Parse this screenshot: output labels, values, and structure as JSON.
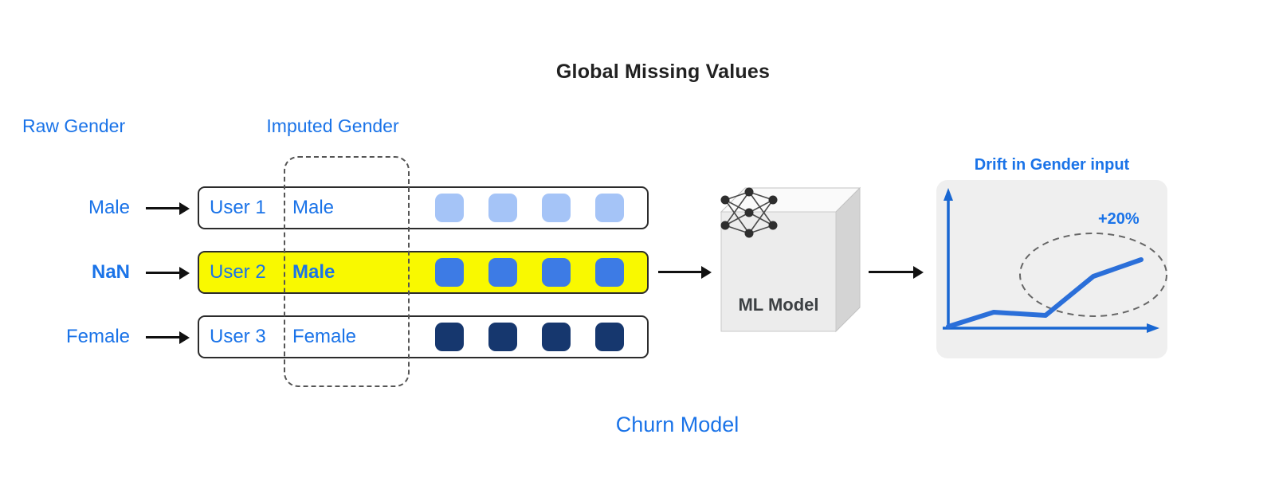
{
  "title": "Global Missing Values",
  "footer": "Churn Model",
  "column_labels": {
    "raw": "Raw Gender",
    "imputed": "Imputed Gender"
  },
  "rows": [
    {
      "raw": "Male",
      "user": "User 1",
      "imputed": "Male",
      "highlighted": false,
      "square_color": "#A5C4F7"
    },
    {
      "raw": "NaN",
      "user": "User 2",
      "imputed": "Male",
      "highlighted": true,
      "square_color": "#3D7BE5"
    },
    {
      "raw": "Female",
      "user": "User 3",
      "imputed": "Female",
      "highlighted": false,
      "square_color": "#16376E"
    }
  ],
  "model": {
    "label": "ML Model"
  },
  "drift_chart": {
    "title": "Drift in Gender input",
    "annotation": "+20%",
    "line_points": [
      [
        15,
        184
      ],
      [
        72,
        166
      ],
      [
        137,
        170
      ],
      [
        197,
        121
      ],
      [
        257,
        100
      ]
    ]
  },
  "colors": {
    "accent_blue": "#1A73E8",
    "highlight_yellow": "#F9F900",
    "light_square": "#A5C4F7",
    "medium_square": "#3D7BE5",
    "dark_square": "#16376E",
    "chart_line_blue": "#2B6FD9"
  }
}
